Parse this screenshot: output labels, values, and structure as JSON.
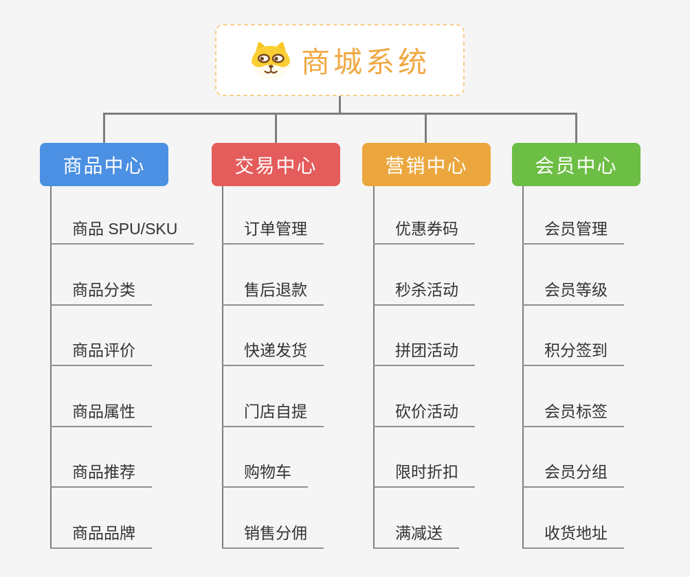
{
  "root": {
    "title": "商城系统",
    "icon": "shiba-dog-icon"
  },
  "theme": {
    "background": "#f5f5f5",
    "root_border": "#f8ce8c",
    "root_title_color": "#f0a843",
    "connector_color": "#7d7d7d",
    "underline_color": "#8f8f8f",
    "item_text_color": "#333333"
  },
  "branches": [
    {
      "label": "商品中心",
      "color": "#4b90e2",
      "items": [
        "商品 SPU/SKU",
        "商品分类",
        "商品评价",
        "商品属性",
        "商品推荐",
        "商品品牌"
      ]
    },
    {
      "label": "交易中心",
      "color": "#e45c5c",
      "items": [
        "订单管理",
        "售后退款",
        "快递发货",
        "门店自提",
        "购物车",
        "销售分佣"
      ]
    },
    {
      "label": "营销中心",
      "color": "#eba73e",
      "items": [
        "优惠券码",
        "秒杀活动",
        "拼团活动",
        "砍价活动",
        "限时折扣",
        "满减送"
      ]
    },
    {
      "label": "会员中心",
      "color": "#6dbe45",
      "items": [
        "会员管理",
        "会员等级",
        "积分签到",
        "会员标签",
        "会员分组",
        "收货地址"
      ]
    }
  ]
}
